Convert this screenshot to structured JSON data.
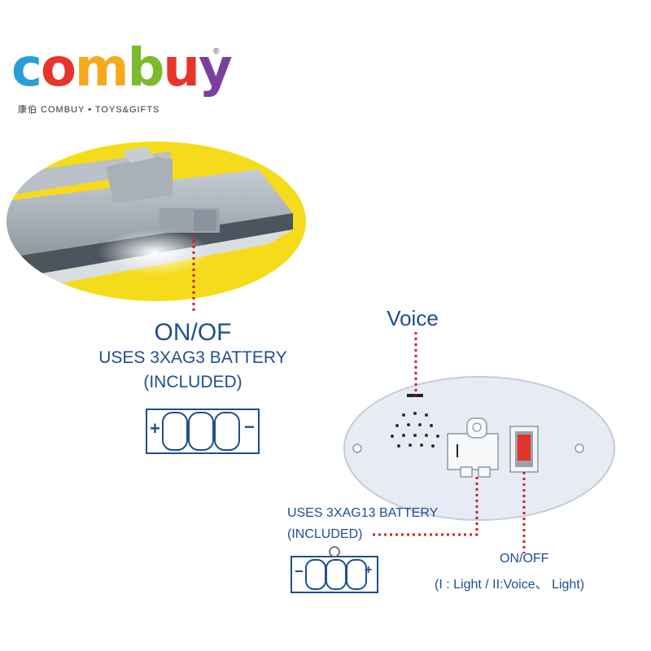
{
  "logo": {
    "word_letters": [
      "c",
      "o",
      "m",
      "b",
      "u",
      "y"
    ],
    "word_colors": [
      "#2a9fd6",
      "#e8342c",
      "#f7a81b",
      "#7dba2f",
      "#e8342c",
      "#7b3fa0"
    ],
    "sub": "康伯  COMBUY • TOYS&GIFTS",
    "reg": "®"
  },
  "labels": {
    "onof": "ON/OF",
    "uses1": "USES 3XAG3 BATTERY",
    "incl1": "(INCLUDED)",
    "voice": "Voice",
    "uses2": "USES 3XAG13 BATTERY",
    "incl2": "(INCLUDED)",
    "onoff2": "ON/OFF",
    "mode2": "(I : Light / II:Voice、 Light)"
  },
  "battery1": {
    "plus": "+",
    "minus": "−"
  },
  "battery2": {
    "plus": "+",
    "minus": "−"
  },
  "colors": {
    "accent": "#1e4f8e",
    "dotted": "#d0202a",
    "yellow": "#f4dc1a",
    "switch": "#e2342a"
  }
}
